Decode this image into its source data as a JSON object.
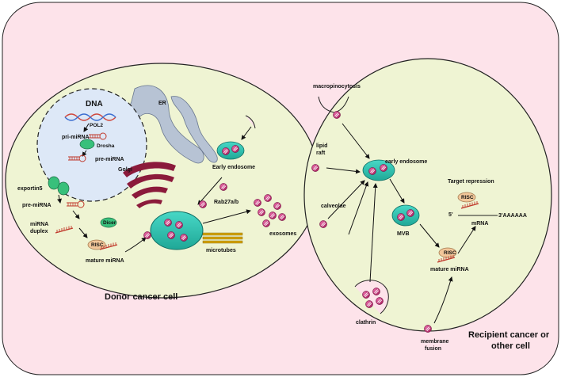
{
  "donor": {
    "title": "Donor cancer cell",
    "dna": "DNA",
    "pol2": "POL2",
    "pri_mirna": "pri-miRNA",
    "drosha": "Drosha",
    "pre_mirna_nuc": "pre-miRNA",
    "exportin5": "exportin5",
    "pre_mirna_cyto": "pre-miRNA",
    "dicer": "Dicer",
    "mirna_duplex_1": "miRNA",
    "mirna_duplex_2": "duplex",
    "risc": "RISC",
    "mature_mirna": "mature miRNA",
    "golgi": "Golgi",
    "er": "ER",
    "early_endosome": "Early endosome",
    "rab": "Rab27a/b",
    "microtubes": "microtubes",
    "exosomes": "exosomes"
  },
  "recipient": {
    "title_1": "Recipient cancer or",
    "title_2": "other cell",
    "macropinocytosis": "macropinocytosis",
    "lipid_1": "lipid",
    "lipid_2": "raft",
    "calveolae": "calveolae",
    "clathrin": "clathrin",
    "membrane_1": "membrane",
    "membrane_2": "fusion",
    "early_endosome": "early endosome",
    "mvb": "MVB",
    "target_repression": "Target repression",
    "risc_top": "RISC",
    "five_prime": "5'",
    "three_prime": "3'AAAAAA",
    "mrna": "mRNA",
    "risc_bottom": "RISC",
    "mature_mirna": "mature miRNA"
  },
  "colors": {
    "background": "#fde3ea",
    "cell": "#eff4d3",
    "nucleus": "#dde8f7",
    "endosome": "#2fc4b3",
    "exosome": "#c8327a",
    "golgi": "#8b1a3b",
    "er": "#b7c3d4",
    "green_protein": "#38c07b",
    "risc": "#f2c79a",
    "microtube": "#d4a300"
  }
}
